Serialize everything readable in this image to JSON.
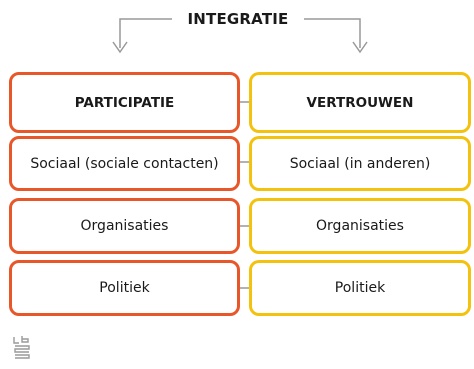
{
  "title": "INTEGRATIE",
  "columns": {
    "left": {
      "header": "PARTICIPATIE",
      "items": [
        "Sociaal (sociale contacten)",
        "Organisaties",
        "Politiek"
      ]
    },
    "right": {
      "header": "VERTROUWEN",
      "items": [
        "Sociaal (in anderen)",
        "Organisaties",
        "Politiek"
      ]
    }
  },
  "colors": {
    "participatie": "#e8572a",
    "vertrouwen": "#f2c20e",
    "lines": "#999999"
  },
  "logo": {
    "icon": "cbs-logo-icon"
  }
}
